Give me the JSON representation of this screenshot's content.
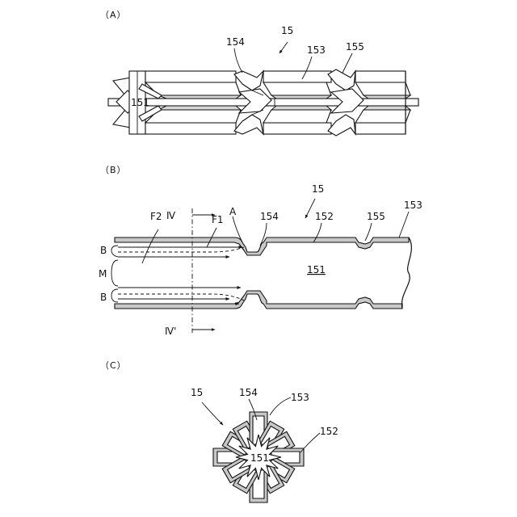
{
  "panels": {
    "a": {
      "letter": "（A）",
      "ref_15": "15",
      "ref_151": "151",
      "ref_153": "153",
      "ref_154": "154",
      "ref_155": "155"
    },
    "b": {
      "letter": "（B）",
      "ref_15": "15",
      "ref_151": "151",
      "ref_152": "152",
      "ref_153": "153",
      "ref_154": "154",
      "ref_155": "155",
      "label_f2": "F2",
      "label_f1": "F1",
      "label_a": "A",
      "label_b_top": "B",
      "label_b_bottom": "B",
      "label_m": "M",
      "section_top": "Ⅳ",
      "section_bottom": "Ⅳ'"
    },
    "c": {
      "letter": "（C）",
      "ref_15": "15",
      "ref_151": "151",
      "ref_152": "152",
      "ref_153": "153",
      "ref_154": "154"
    }
  }
}
